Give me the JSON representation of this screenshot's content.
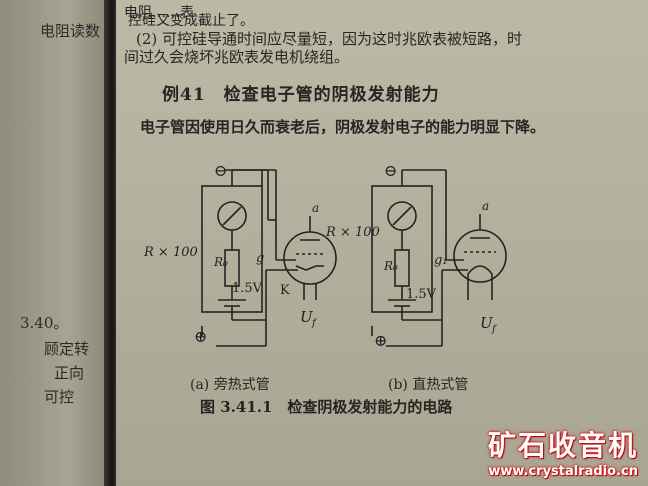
{
  "left_page": {
    "lines": [
      "电阻读数",
      "3.40。",
      "顾定转",
      "正向",
      "可控"
    ]
  },
  "main_page": {
    "line1": "电阻……表",
    "line2": "控硅又变成截止了。",
    "line2b": "(2) 可控硅导通时间应尽量短，因为这时兆欧表被短路，时",
    "line3": "间过久会烧坏兆欧表发电机绕组。",
    "heading": "例41　检查电子管的阴极发射能力",
    "intro": "电子管因使用日久而衰老后，阴极发射电子的能力明显下降。"
  },
  "figure": {
    "left": {
      "resistor_label": "R × 100",
      "minus": "⊖",
      "plus": "⊕",
      "r0": "R₀",
      "voltage": "1.5V",
      "g": "g",
      "k": "K",
      "u": "U",
      "uf": "f",
      "a": "a",
      "caption": "(a) 旁热式管"
    },
    "right": {
      "resistor_label": "R × 100",
      "minus": "⊖",
      "plus": "⊕",
      "r0": "R₀",
      "voltage": "1.5V",
      "g": "g₁",
      "u": "U",
      "uf": "f",
      "a": "a",
      "caption": "(b) 直热式管"
    },
    "title": "图 3.41.1　检查阴极发射能力的电路"
  },
  "watermark": {
    "title": "矿石收音机",
    "url": "www.crystalradio.cn"
  }
}
